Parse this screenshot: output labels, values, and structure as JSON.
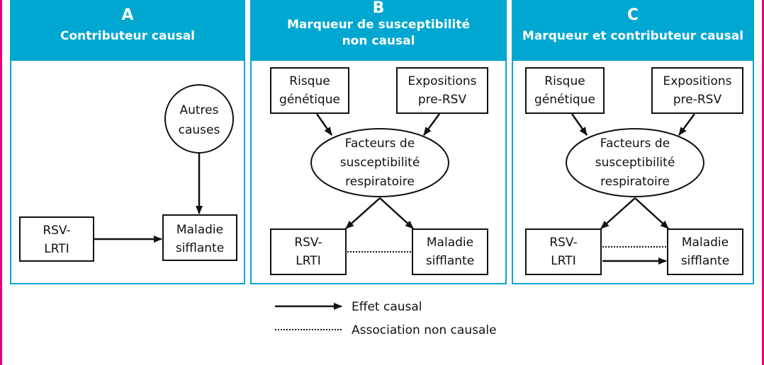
{
  "colors": {
    "panel_header": "#00A7D0",
    "frame": "#E6007E",
    "lines": "#111111"
  },
  "panels": [
    {
      "letter": "A",
      "title": "Contributeur causal",
      "nodes": {
        "other_causes": [
          "Autres",
          "causes"
        ],
        "rsv_lrti": [
          "RSV-",
          "LRTI"
        ],
        "wheezing": [
          "Maladie",
          "sifflante"
        ]
      }
    },
    {
      "letter": "B",
      "title_lines": [
        "Marqueur de susceptibilité",
        "non causal"
      ],
      "nodes": {
        "genetic": [
          "Risque",
          "génétique"
        ],
        "exposures": [
          "Expositions",
          "pre-RSV"
        ],
        "factors": [
          "Facteurs de",
          "susceptibilité",
          "respiratoire"
        ],
        "rsv_lrti": [
          "RSV-",
          "LRTI"
        ],
        "wheezing": [
          "Maladie",
          "sifflante"
        ]
      }
    },
    {
      "letter": "C",
      "title": "Marqueur et contributeur causal",
      "nodes": {
        "genetic": [
          "Risque",
          "génétique"
        ],
        "exposures": [
          "Expositions",
          "pre-RSV"
        ],
        "factors": [
          "Facteurs de",
          "susceptibilité",
          "respiratoire"
        ],
        "rsv_lrti": [
          "RSV-",
          "LRTI"
        ],
        "wheezing": [
          "Maladie",
          "sifflante"
        ]
      }
    }
  ],
  "legend": {
    "causal": "Effet causal",
    "non_causal": "Association non causale"
  }
}
